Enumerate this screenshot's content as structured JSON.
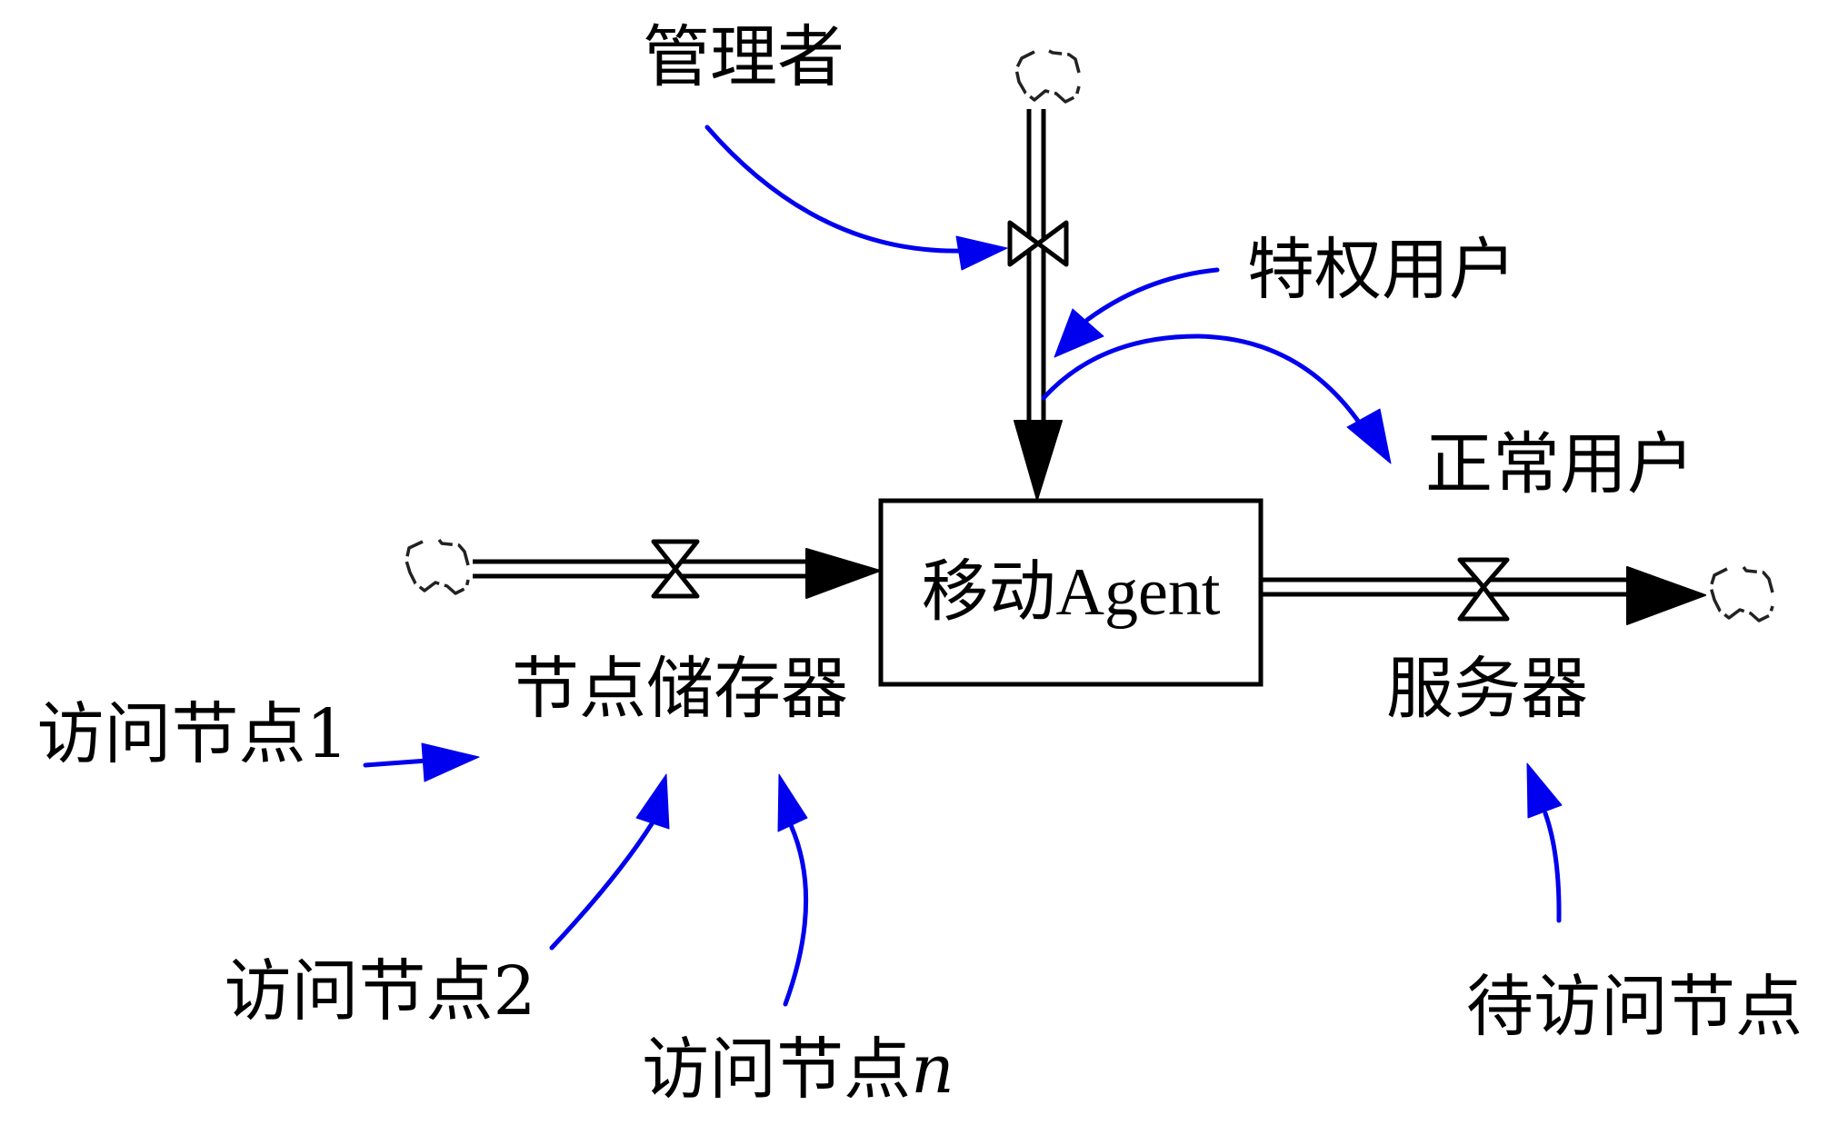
{
  "diagram": {
    "type": "system-dynamics stock-and-flow",
    "colors": {
      "link": "#0000ee",
      "stroke": "#000000",
      "background": "#ffffff"
    },
    "stock": {
      "label": "移动Agent"
    },
    "flows": [
      {
        "id": "inflow-left",
        "label": "节点储存器",
        "direction": "into-stock"
      },
      {
        "id": "inflow-top",
        "label": "",
        "direction": "into-stock"
      },
      {
        "id": "outflow-right",
        "label": "服务器",
        "direction": "out-of-stock"
      }
    ],
    "variables": {
      "manager": "管理者",
      "privileged_user": "特权用户",
      "normal_user": "正常用户",
      "visit_node_1": "访问节点1",
      "visit_node_2_prefix": "访问节点",
      "visit_node_2_suffix": "2",
      "visit_node_n_prefix": "访问节点",
      "visit_node_n_suffix": "n",
      "pending_visit_node": "待访问节点"
    },
    "links": [
      {
        "from": "管理者",
        "to": "inflow-top valve"
      },
      {
        "from": "特权用户",
        "to": "inflow-top"
      },
      {
        "from": "inflow-top",
        "to": "正常用户"
      },
      {
        "from": "访问节点1",
        "to": "节点储存器"
      },
      {
        "from": "访问节点2",
        "to": "节点储存器"
      },
      {
        "from": "访问节点n",
        "to": "节点储存器"
      },
      {
        "from": "待访问节点",
        "to": "服务器"
      }
    ]
  }
}
